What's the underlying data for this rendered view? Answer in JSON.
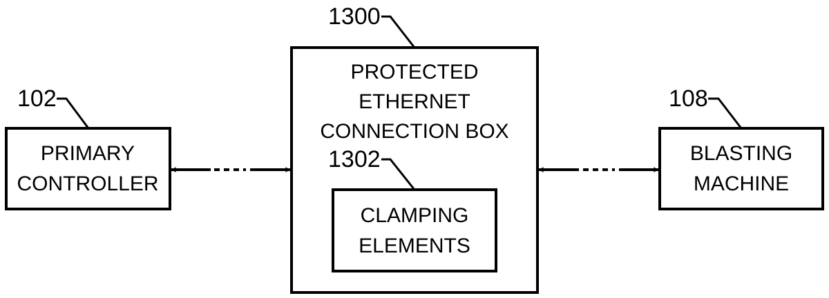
{
  "diagram": {
    "blocks": {
      "primary_controller": {
        "ref": "102",
        "line1": "PRIMARY",
        "line2": "CONTROLLER"
      },
      "connection_box": {
        "ref": "1300",
        "line1": "PROTECTED",
        "line2": "ETHERNET",
        "line3": "CONNECTION BOX"
      },
      "clamping_elements": {
        "ref": "1302",
        "line1": "CLAMPING",
        "line2": "ELEMENTS"
      },
      "blasting_machine": {
        "ref": "108",
        "line1": "BLASTING",
        "line2": "MACHINE"
      }
    },
    "connections": [
      {
        "from": "primary_controller",
        "to": "connection_box",
        "style": "bidirectional-dashed"
      },
      {
        "from": "connection_box",
        "to": "blasting_machine",
        "style": "bidirectional-dashed"
      }
    ]
  }
}
